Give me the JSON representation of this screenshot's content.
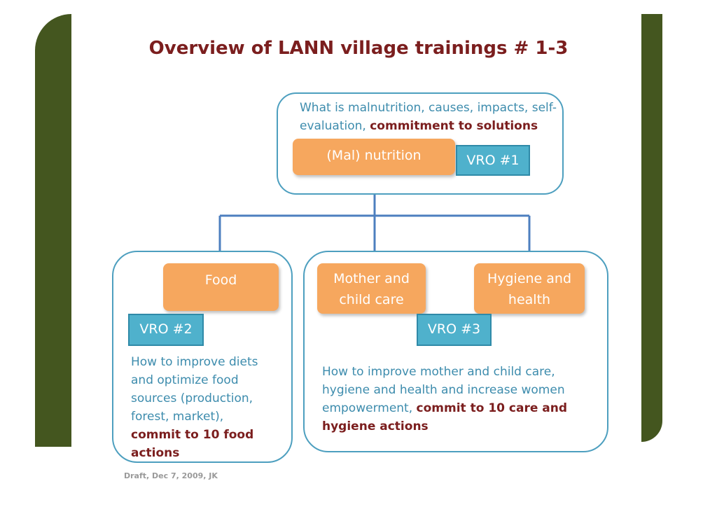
{
  "title": "Overview of LANN village trainings # 1-3",
  "top_group": {
    "description": "What is malnutrition, causes, impacts, self-evaluation,",
    "commitment": "commitment to solutions",
    "topic": "(Mal) nutrition",
    "vro": "VRO #1"
  },
  "food_group": {
    "topic": "Food",
    "vro": "VRO #2",
    "description": "How to improve diets and optimize food sources (production, forest, market),",
    "commitment": "commit to 10 food actions"
  },
  "care_group": {
    "topic_1_line_1": "Mother and",
    "topic_1_line_2": "child care",
    "topic_2_line_1": "Hygiene and",
    "topic_2_line_2": "health",
    "vro": "VRO #3",
    "description": "How to improve mother and child care, hygiene and health and increase women empowerment,",
    "commitment": "commit to 10 care and hygiene actions"
  },
  "footer": "Draft, Dec 7, 2009, JK",
  "colors": {
    "band": "#44561f",
    "title": "#7b1e1e",
    "box_border": "#4d9fbf",
    "orange": "#f6a75e",
    "vro_fill": "#4fb1cc",
    "text_blue": "#3d8cad"
  }
}
